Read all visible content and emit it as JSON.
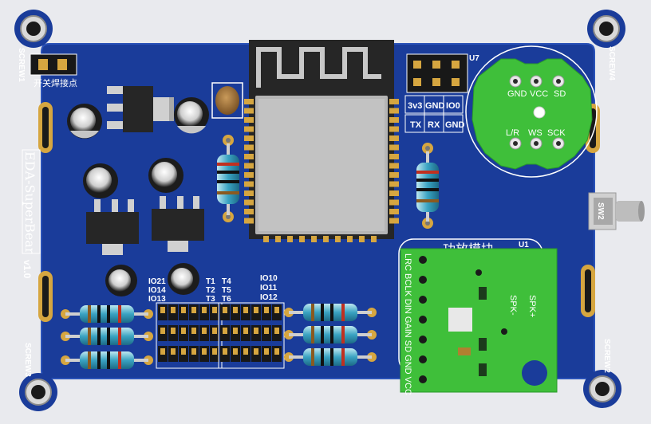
{
  "labels": {
    "screw1": "SCREW1",
    "screw2": "SCREW2",
    "screw3": "SCREW3",
    "screw4": "SCREW4",
    "solder_note": "开关焊接点",
    "title": "EDA-SuperBear",
    "version": "v1.0",
    "sw2": "SW2",
    "u7": "U7",
    "u1": "U1",
    "amp_title": "功放模块",
    "io_col1": [
      "IO21",
      "IO14",
      "IO13"
    ],
    "io_col2": [
      "T1",
      "T2",
      "T3"
    ],
    "io_col3": [
      "T4",
      "T5",
      "T6"
    ],
    "io_col4": [
      "IO10",
      "IO11",
      "IO12"
    ],
    "u7_pins_top": [
      "3v3",
      "GND",
      "IO0"
    ],
    "u7_pins_bottom": [
      "TX",
      "RX",
      "GND"
    ]
  },
  "mic_module": {
    "top_pins": [
      "GND",
      "VCC",
      "SD"
    ],
    "bottom_pins": [
      "L/R",
      "WS",
      "SCK"
    ]
  },
  "amp_module": {
    "pins": [
      "LRC",
      "BCLK",
      "DIN",
      "GAIN",
      "SD",
      "GND",
      "VCC"
    ],
    "spk_minus": "SPK-",
    "spk_plus": "SPK+"
  },
  "colors": {
    "board": "#1a3c9a",
    "board_edge": "#2a52b8",
    "silk": "#ffffff",
    "module_green": "#3fbf3a",
    "module_dark_green": "#1f8a2a",
    "esp_shield": "#b8b8b8",
    "esp_antenna": "#1c1c1c",
    "header": "#181818",
    "gold": "#d6a640"
  }
}
